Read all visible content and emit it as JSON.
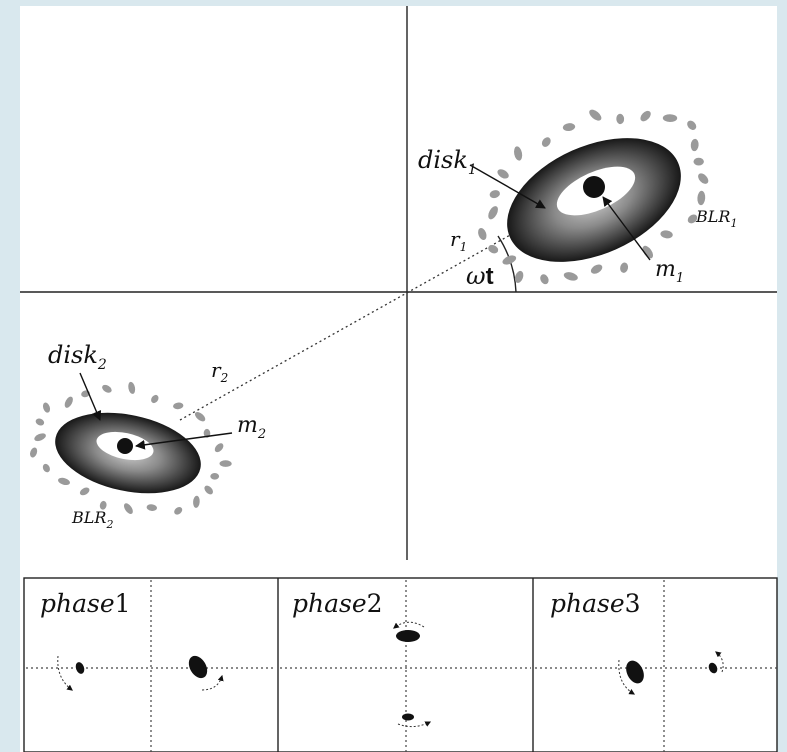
{
  "main_diagram": {
    "disk1": {
      "base": "disk",
      "sub": "1"
    },
    "disk2": {
      "base": "disk",
      "sub": "2"
    },
    "blr1": {
      "base": "BLR",
      "sub": "1"
    },
    "blr2": {
      "base": "BLR",
      "sub": "2"
    },
    "m1": {
      "base": "m",
      "sub": "1"
    },
    "m2": {
      "base": "m",
      "sub": "2"
    },
    "r1": {
      "base": "r",
      "sub": "1"
    },
    "r2": {
      "base": "r",
      "sub": "2"
    },
    "angle": {
      "omega": "ω",
      "t": "t"
    }
  },
  "phases": [
    {
      "word": "phase",
      "num": "1"
    },
    {
      "word": "phase",
      "num": "2"
    },
    {
      "word": "phase",
      "num": "3"
    }
  ],
  "colors": {
    "background_strip": "#d9e8ee",
    "disk_outer": "#1b1b1b",
    "disk_mid": "#7a7a7a",
    "blr_cloud": "#9a9a9a",
    "ink": "#111111"
  }
}
